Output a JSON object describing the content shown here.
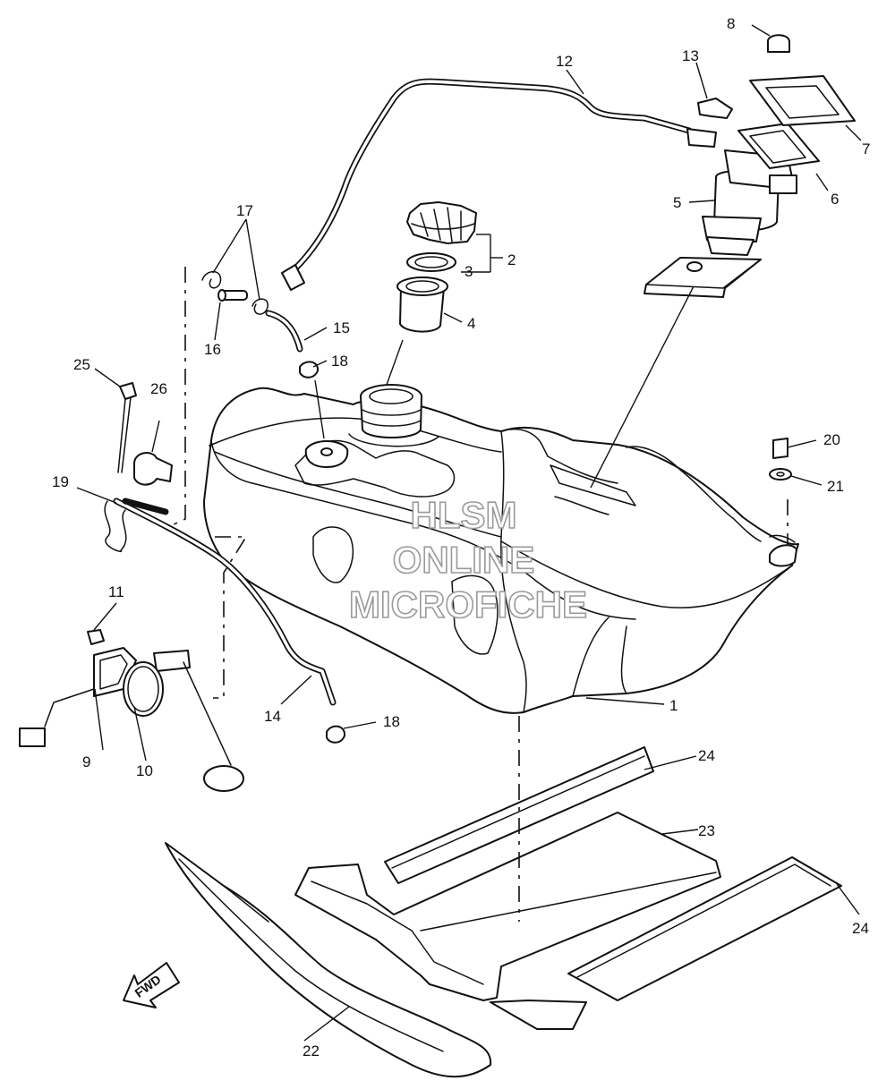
{
  "watermark": {
    "line1": "HLSM",
    "line2": "ONLINE",
    "line3": "MICROFICHE"
  },
  "direction_label": "FWD",
  "callouts": {
    "c1": "1",
    "c2": "2",
    "c3": "3",
    "c4": "4",
    "c5": "5",
    "c6": "6",
    "c7": "7",
    "c8": "8",
    "c9": "9",
    "c10": "10",
    "c11": "11",
    "c12": "12",
    "c13": "13",
    "c14": "14",
    "c15": "15",
    "c16": "16",
    "c17": "17",
    "c18a": "18",
    "c18b": "18",
    "c19": "19",
    "c20": "20",
    "c21": "21",
    "c22": "22",
    "c23": "23",
    "c24a": "24",
    "c24b": "24",
    "c25": "25",
    "c26": "26"
  }
}
